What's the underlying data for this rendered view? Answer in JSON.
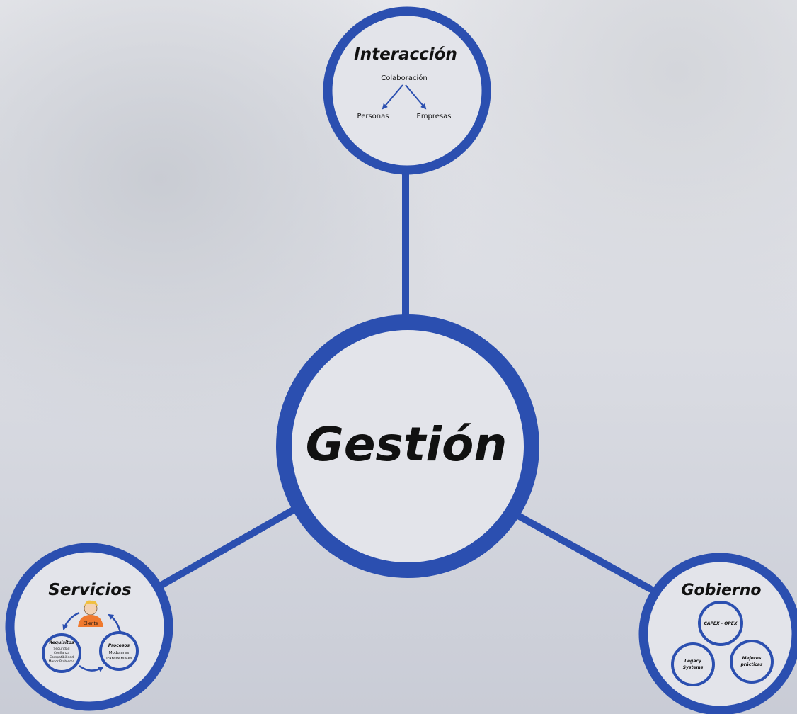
{
  "colors": {
    "accent": "#2b4fb0",
    "circle_fill": "#e3e4ea",
    "background": "#dcdee4",
    "client": "#f07a2f"
  },
  "center": {
    "title": "Gestión"
  },
  "interaccion": {
    "title": "Interacción",
    "root": "Colaboración",
    "left": "Personas",
    "right": "Empresas"
  },
  "servicios": {
    "title": "Servicios",
    "client_label": "Cliente",
    "requisitos": {
      "title": "Requisitos",
      "lines": [
        "Seguridad",
        "Confianza",
        "Compatibilidad",
        "Menor Problema"
      ]
    },
    "procesos": {
      "title": "Procesos",
      "lines": [
        "Modulares",
        "Transversales"
      ]
    }
  },
  "gobierno": {
    "title": "Gobierno",
    "top": "CAPEX - OPEX",
    "left": [
      "Legacy",
      "Systems"
    ],
    "right": [
      "Mejores",
      "prácticas"
    ]
  }
}
